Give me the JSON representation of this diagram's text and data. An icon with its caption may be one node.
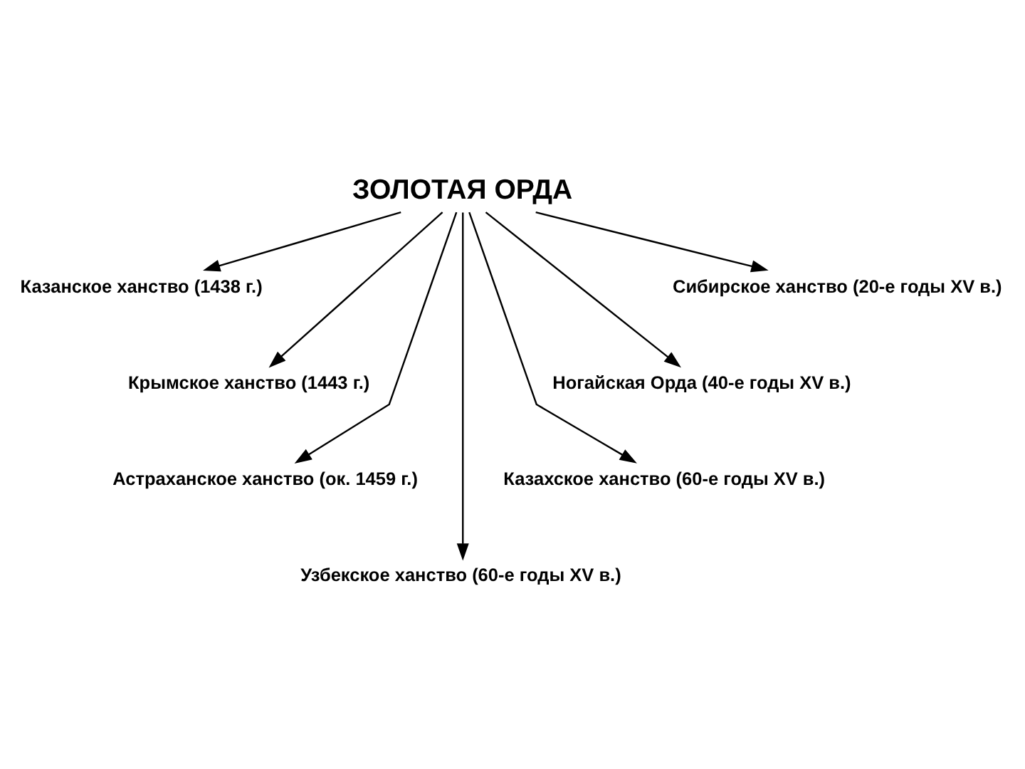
{
  "diagram": {
    "nodes": [
      {
        "text": [
          "ЗОЛОТАЯ ОРДА"
        ]
      },
      {
        "text": [
          "Казанское ханство (1438 г.)"
        ]
      },
      {
        "text": [
          "Сибирское ханство (20-е годы XV в.)"
        ]
      },
      {
        "text": [
          "Крымское ханство (1443 г.)"
        ]
      },
      {
        "text": [
          "Ногайская Орда (40-е годы XV в.)"
        ]
      },
      {
        "text": [
          "Астраханское ханство (ок. 1459 г.)"
        ]
      },
      {
        "text": [
          "Казахское ханство (60-е годы XV в.)"
        ]
      },
      {
        "text": [
          "Узбекское ханство (60-е годы XV в.)"
        ]
      }
    ],
    "edges": [
      {
        "from": 0,
        "to": 1,
        "arrow": "to"
      },
      {
        "from": 0,
        "to": 3,
        "arrow": "to"
      },
      {
        "from": 0,
        "to": 5,
        "arrow": "to"
      },
      {
        "from": 0,
        "to": 7,
        "arrow": "to"
      },
      {
        "from": 0,
        "to": 6,
        "arrow": "to"
      },
      {
        "from": 0,
        "to": 4,
        "arrow": "to"
      },
      {
        "from": 0,
        "to": 2,
        "arrow": "to"
      }
    ]
  }
}
